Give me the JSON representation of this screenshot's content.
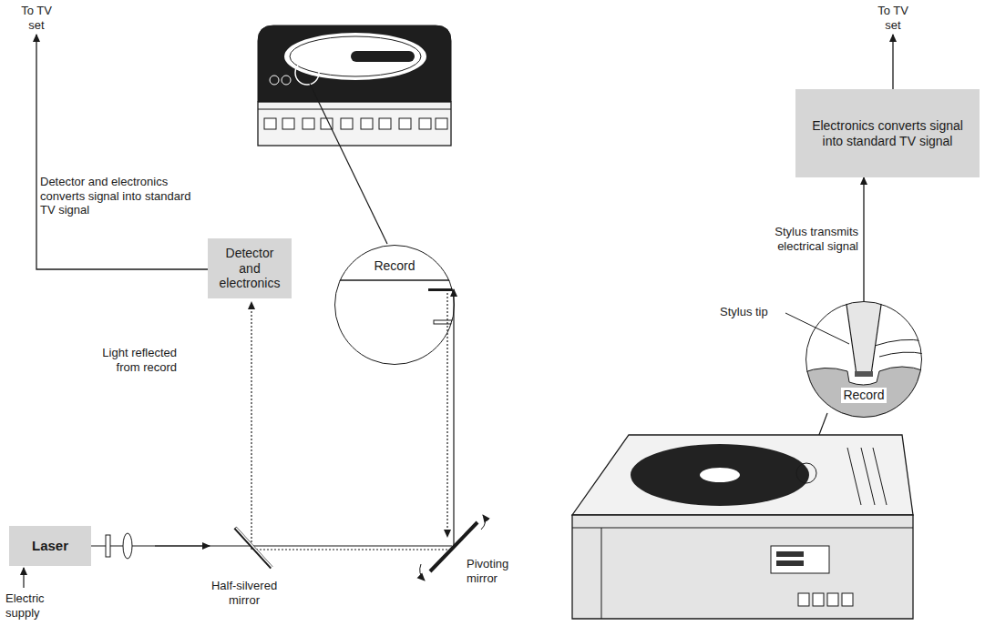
{
  "diagram": {
    "nodes": [
      {
        "text": [
          "Laser"
        ]
      },
      {
        "text": [
          "Detector and electronics"
        ]
      },
      {
        "text": [
          "Record"
        ]
      },
      {
        "text": [
          "Electronics converts signal into standard TV signal"
        ]
      },
      {
        "text": [
          "Record"
        ]
      }
    ],
    "edges": [
      {
        "from": 4,
        "to": 3,
        "arrow": "to",
        "label": "Stylus transmits electrical signal"
      }
    ],
    "labels": [
      "To TV set",
      "Detector and electronics converts signal into standard TV signal",
      "Light reflected from record",
      "Electric supply",
      "Half-silvered mirror",
      "Pivoting mirror",
      "To TV set",
      "Stylus tip"
    ]
  }
}
